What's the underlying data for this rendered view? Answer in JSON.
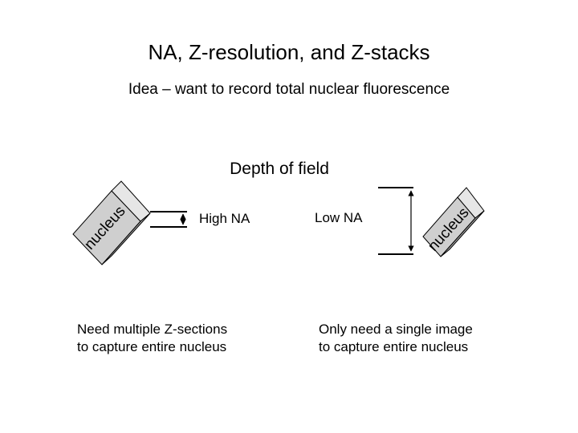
{
  "slide": {
    "title": "NA, Z-resolution, and Z-stacks",
    "subtitle": "Idea – want to record total nuclear fluorescence",
    "depth_label": "Depth of field"
  },
  "left_panel": {
    "cube_label": "nucleus",
    "na_label": "High NA",
    "note_line1": "Need multiple Z-sections",
    "note_line2": "to  capture entire nucleus"
  },
  "right_panel": {
    "cube_label": "nucleus",
    "na_label": "Low NA",
    "note_line1": "Only need a single image",
    "note_line2": "to  capture entire nucleus"
  },
  "colors": {
    "cube_front": "#cfcfcf",
    "cube_top": "#e6e6e6",
    "cube_side": "#a8a8a8",
    "stroke": "#000000"
  }
}
